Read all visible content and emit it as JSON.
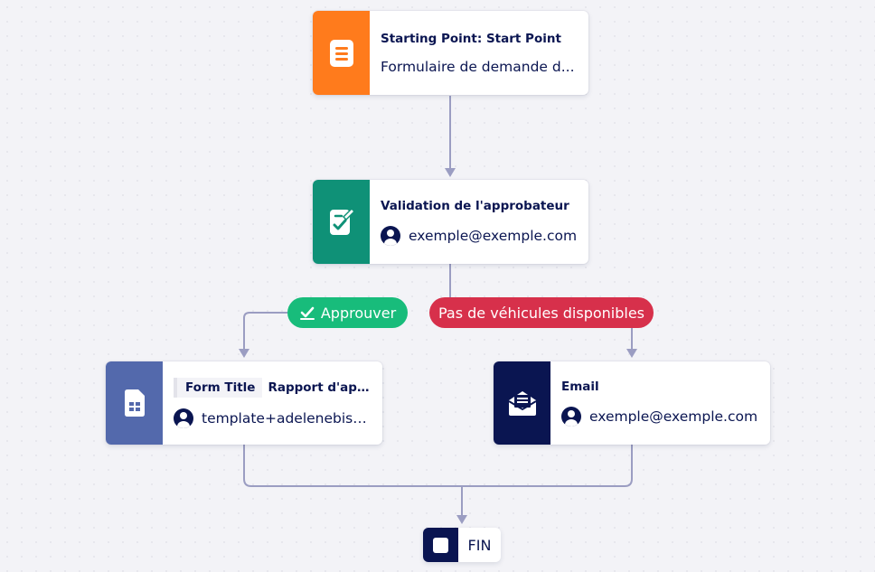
{
  "flow": {
    "start": {
      "title": "Starting Point: Start Point",
      "subtitle": "Formulaire de demande d...",
      "icon": "form-icon",
      "color": "#ff7b1c"
    },
    "approval": {
      "title": "Validation de l'approbateur",
      "assignee": "exemple@exemple.com",
      "icon": "approval-icon",
      "color": "#0f9177"
    },
    "branch_approve": {
      "label": "Approuver",
      "icon": "approve-icon",
      "color": "#18bc7b"
    },
    "branch_reject": {
      "label": "Pas de véhicules disponibles",
      "color": "#d7304b"
    },
    "form_node": {
      "tag": "Form Title",
      "title": "Rapport d'app...",
      "assignee": "template+adelenebiss...",
      "icon": "table-form-icon",
      "color": "#5369ac"
    },
    "email_node": {
      "title": "Email",
      "assignee": "exemple@exemple.com",
      "icon": "email-icon",
      "color": "#0a1551"
    },
    "end": {
      "label": "FIN",
      "icon": "stop-icon",
      "color": "#0a1551"
    },
    "connector_color": "#9b9dc2"
  }
}
